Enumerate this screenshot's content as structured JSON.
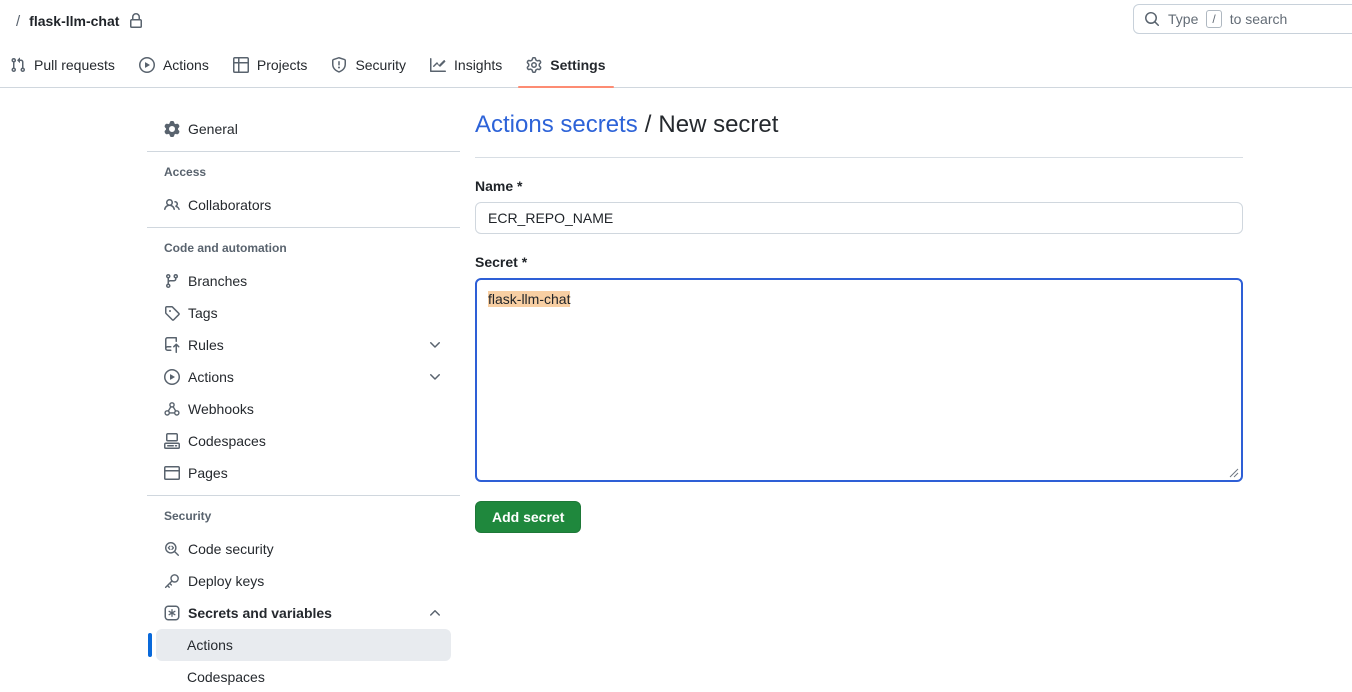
{
  "header": {
    "breadcrumb_slash": "/",
    "repo_name": "flask-llm-chat",
    "search_prefix": "Type",
    "search_key": "/",
    "search_suffix": "to search"
  },
  "nav": {
    "tabs": [
      {
        "label": "Pull requests",
        "active": false
      },
      {
        "label": "Actions",
        "active": false
      },
      {
        "label": "Projects",
        "active": false
      },
      {
        "label": "Security",
        "active": false
      },
      {
        "label": "Insights",
        "active": false
      },
      {
        "label": "Settings",
        "active": true
      }
    ]
  },
  "sidebar": {
    "general": "General",
    "section_access": "Access",
    "collaborators": "Collaborators",
    "section_code": "Code and automation",
    "branches": "Branches",
    "tags": "Tags",
    "rules": "Rules",
    "actions": "Actions",
    "webhooks": "Webhooks",
    "codespaces": "Codespaces",
    "pages": "Pages",
    "section_security": "Security",
    "code_security": "Code security",
    "deploy_keys": "Deploy keys",
    "secrets_and_variables": "Secrets and variables",
    "sub_actions": "Actions",
    "sub_codespaces": "Codespaces"
  },
  "main": {
    "heading_link": "Actions secrets",
    "heading_separator": "/",
    "heading_current": "New secret"
  },
  "form": {
    "name_label": "Name *",
    "name_value": "ECR_REPO_NAME",
    "secret_label": "Secret *",
    "secret_value": "flask-llm-chat",
    "submit_label": "Add secret"
  },
  "colors": {
    "link_blue": "#2d63d8",
    "accent_blue": "#0969da",
    "focus_border": "#2e5fd6",
    "tab_underline": "#fd8c73",
    "button_green": "#1f883d",
    "selection_highlight": "#f8cfa3",
    "border_gray": "#d0d7de",
    "selected_item_bg": "#e8ebef"
  }
}
